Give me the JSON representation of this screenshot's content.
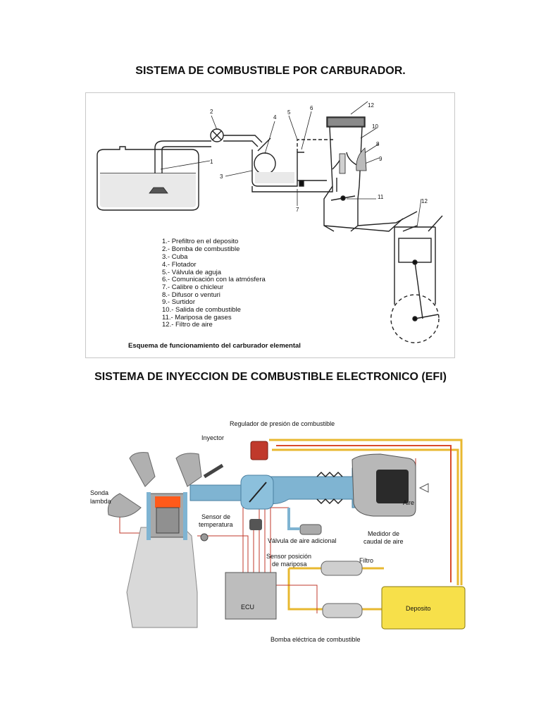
{
  "page": {
    "title_carburetor": "SISTEMA DE COMBUSTIBLE POR CARBURADOR.",
    "title_efi": "SISTEMA DE INYECCION DE COMBUSTIBLE ELECTRONICO (EFI)"
  },
  "carburetor": {
    "callouts": [
      "1",
      "2",
      "3",
      "4",
      "5",
      "6",
      "7",
      "8",
      "9",
      "10",
      "11",
      "12",
      "12"
    ],
    "legend": [
      "1.- Prefiltro en el deposito",
      "2.- Bomba de combustible",
      "3.- Cuba",
      "4.- Flotador",
      "5.- Válvula de aguja",
      "6.- Comunicación con la atmósfera",
      "7.- Calibre o chicleur",
      "8.- Difusor o venturi",
      "9.- Surtidor",
      "10.- Salida de combustible",
      "11.- Mariposa de gases",
      "12.- Filtro de aire"
    ],
    "caption": "Esquema de funcionamiento del carburador elemental"
  },
  "efi": {
    "labels": {
      "regulador": "Regulador de presión de combustible",
      "inyector": "Inyector",
      "sonda_1": "Sonda",
      "sonda_2": "lambda",
      "aire": "Aire",
      "sensor_temp_1": "Sensor de",
      "sensor_temp_2": "temperatura",
      "valvula_aire": "Válvula de aire adicional",
      "medidor_1": "Medidor de",
      "medidor_2": "caudal de aire",
      "sensor_pos_1": "Sensor posición",
      "sensor_pos_2": "de mariposa",
      "filtro": "Filtro",
      "ecu": "ECU",
      "deposito": "Deposito",
      "bomba": "Bomba eléctrica de combustible"
    },
    "colors": {
      "air_duct": "#7fb4d2",
      "fuel_line": "#e8b830",
      "fuel_return_line": "#d94a2a",
      "wiring": "#c0392b",
      "tank": "#f7e04a",
      "regulator": "#c0392b",
      "combustion": "#ff5a1a"
    }
  }
}
